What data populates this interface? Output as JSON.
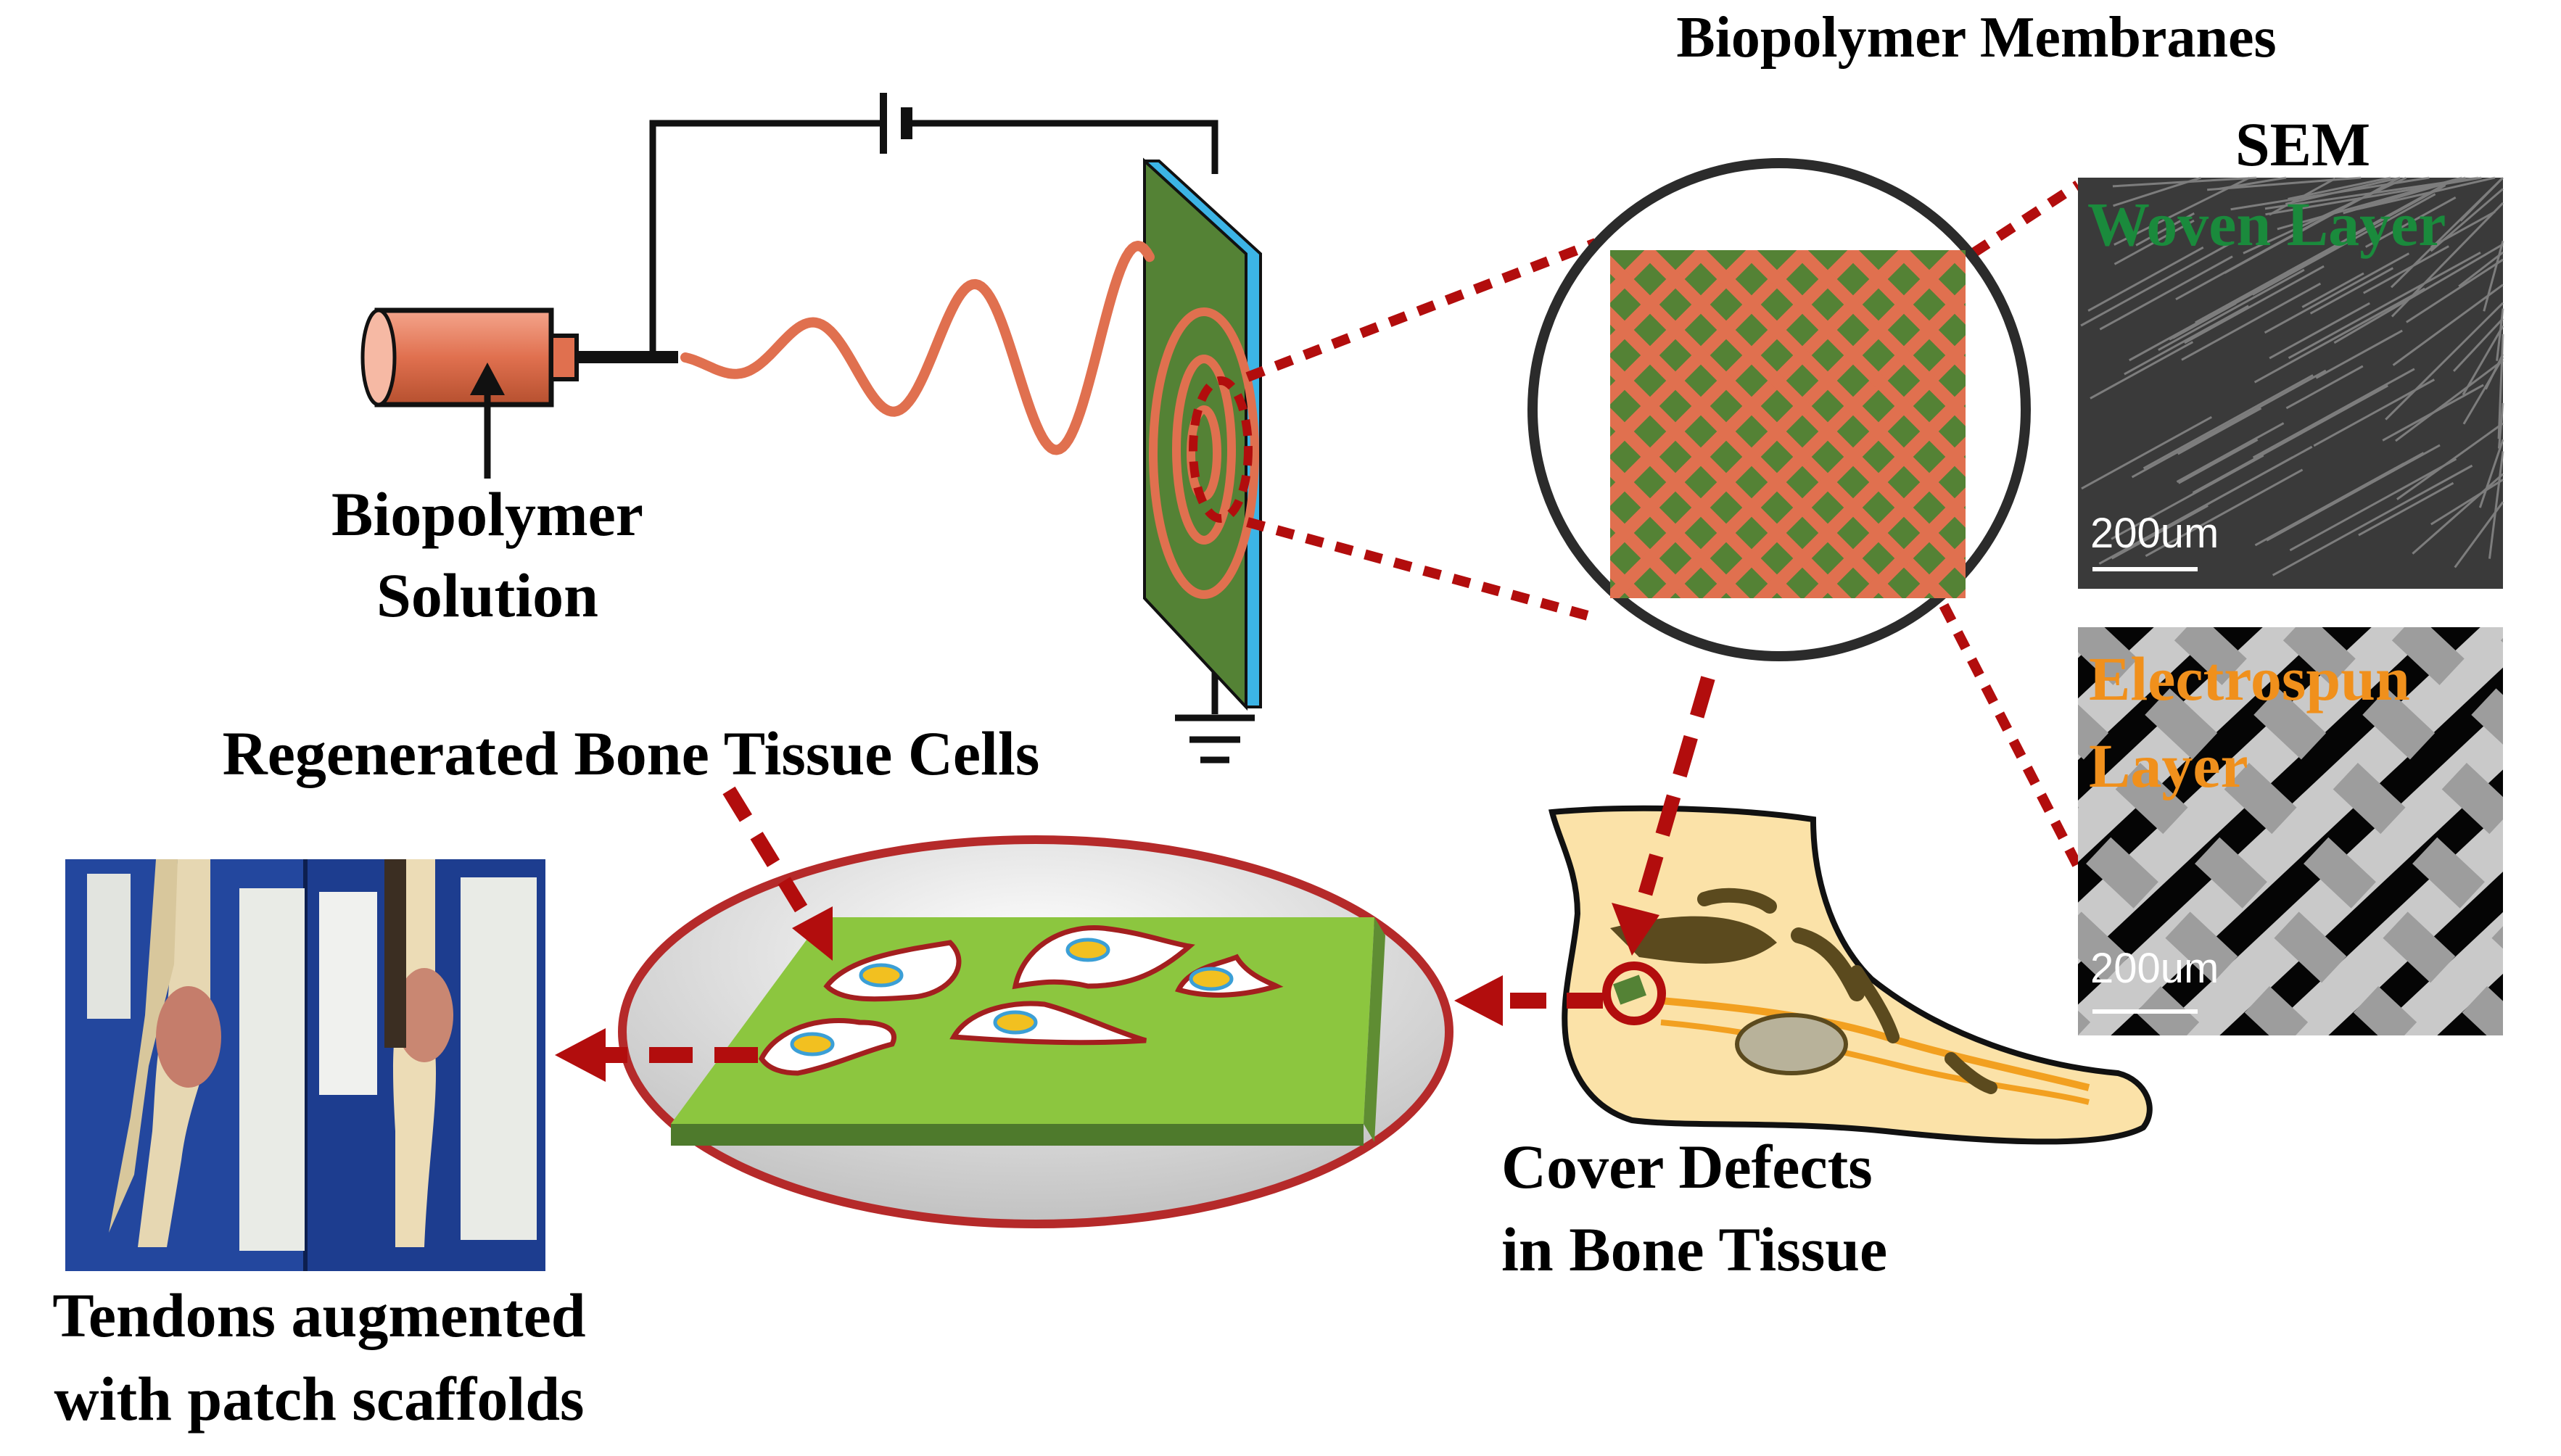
{
  "title": "Biopolymer Membranes",
  "labels": {
    "biopolymer_solution_line1": "Biopolymer",
    "biopolymer_solution_line2": "Solution",
    "regenerated_cells": "Regenerated Bone Tissue Cells",
    "tendons_line1": "Tendons augmented",
    "tendons_line2": "with patch scaffolds",
    "cover_defects_line1": "Cover Defects",
    "cover_defects_line2": "in Bone Tissue"
  },
  "sem": {
    "header": "SEM",
    "woven_label": "Woven Layer",
    "electrospun_line1": "Electrospun",
    "electrospun_line2": "Layer",
    "scale_top": "200um",
    "scale_bottom": "200um"
  },
  "colors": {
    "fiber": "#e0704f",
    "membrane_green": "#548235",
    "collector_blue": "#3cb4e6",
    "dash_red": "#b20d0d",
    "woven_text": "#1a8a3c",
    "electrospun_text": "#f0901c",
    "cell_green": "#8cc63f"
  }
}
